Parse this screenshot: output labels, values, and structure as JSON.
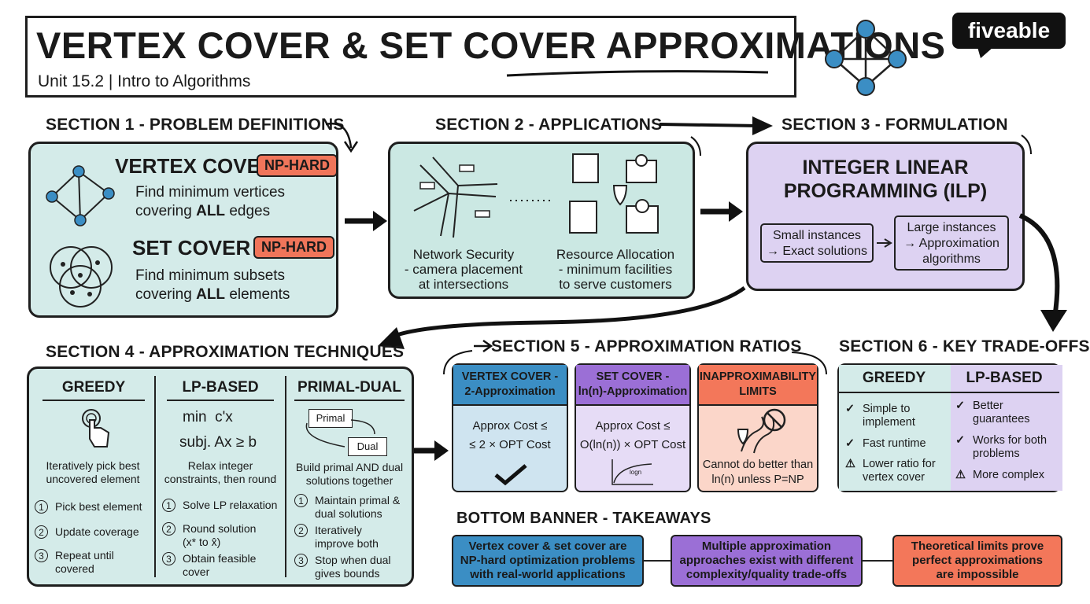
{
  "header": {
    "title_part1": "VERTEX COVER & SET COVER",
    "title_part2": "APPROXIMATIONS",
    "subtitle": "Unit 15.2 | Intro to Algorithms",
    "logo": "fiveable"
  },
  "section1": {
    "heading": "SECTION 1 - PROBLEM DEFINITIONS",
    "vc_title": "VERTEX COVER",
    "vc_badge": "NP-HARD",
    "vc_desc1": "Find minimum vertices",
    "vc_desc2_a": "covering ",
    "vc_desc2_b": "ALL",
    "vc_desc2_c": " edges",
    "sc_title": "SET COVER",
    "sc_badge": "NP-HARD",
    "sc_desc1": "Find minimum subsets",
    "sc_desc2_a": "covering ",
    "sc_desc2_b": "ALL",
    "sc_desc2_c": " elements"
  },
  "section2": {
    "heading": "SECTION 2 - APPLICATIONS",
    "net_title": "Network Security",
    "net_l2": "- camera placement",
    "net_l3": "at intersections",
    "res_title": "Resource Allocation",
    "res_l2": "- minimum facilities",
    "res_l3": "to serve customers"
  },
  "section3": {
    "heading": "SECTION 3 - FORMULATION",
    "title_l1": "INTEGER LINEAR",
    "title_l2": "PROGRAMMING (ILP)",
    "small_l1": "Small instances",
    "small_l2": "→ Exact solutions",
    "large_l1": "Large instances",
    "large_l2": "→ Approximation",
    "large_l3": "algorithms"
  },
  "section4": {
    "heading": "SECTION 4 - APPROXIMATION TECHNIQUES",
    "greedy": {
      "title": "GREEDY",
      "desc1": "Iteratively pick best",
      "desc2": "uncovered element",
      "s1": "Pick best element",
      "s2": "Update coverage",
      "s3a": "Repeat until",
      "s3b": "covered"
    },
    "lp": {
      "title": "LP-BASED",
      "f1": "min  c'x",
      "f2": "subj. Ax ≥ b",
      "desc1": "Relax integer",
      "desc2": "constraints, then round",
      "s1": "Solve LP relaxation",
      "s2a": "Round solution",
      "s2b": "(x* to x̂)",
      "s3a": "Obtain feasible",
      "s3b": "cover"
    },
    "pd": {
      "title": "PRIMAL-DUAL",
      "primal": "Primal",
      "dual": "Dual",
      "desc1": "Build primal AND dual",
      "desc2": "solutions together",
      "s1a": "Maintain primal &",
      "s1b": "dual solutions",
      "s2a": "Iteratively",
      "s2b": "improve both",
      "s3a": "Stop when dual",
      "s3b": "gives bounds"
    },
    "step_nums": [
      "1",
      "2",
      "3"
    ]
  },
  "section5": {
    "heading": "SECTION 5 - APPROXIMATION RATIOS",
    "vc_h1": "VERTEX COVER -",
    "vc_h2": "2-Approximation",
    "vc_b1": "Approx Cost ≤",
    "vc_b2": "≤ 2 × OPT Cost",
    "sc_h1": "SET COVER -",
    "sc_h2": "ln(n)-Approximation",
    "sc_b1": "Approx Cost ≤",
    "sc_b2": "O(ln(n)) × OPT Cost",
    "sc_plot": "logn",
    "in_h1": "INAPPROXIMABILITY",
    "in_h2": "LIMITS",
    "in_b1": "Cannot do better than",
    "in_b2": "ln(n) unless P=NP"
  },
  "section6": {
    "heading": "SECTION 6 - KEY TRADE-OFFS",
    "greedy_title": "GREEDY",
    "lp_title": "LP-BASED",
    "g1a": "Simple to",
    "g1b": "implement",
    "g2": "Fast runtime",
    "g3a": "Lower ratio for",
    "g3b": "vertex cover",
    "l1a": "Better",
    "l1b": "guarantees",
    "l2a": "Works for both",
    "l2b": "problems",
    "l3": "More complex",
    "check": "✓",
    "warn": "⚠"
  },
  "bottom": {
    "heading": "BOTTOM BANNER - TAKEAWAYS",
    "b1_l1": "Vertex cover & set cover are",
    "b1_l2": "NP-hard optimization problems",
    "b1_l3": "with real-world applications",
    "b2_l1": "Multiple approximation",
    "b2_l2": "approaches exist with different",
    "b2_l3": "complexity/quality trade-offs",
    "b3_l1": "Theoretical limits prove",
    "b3_l2": "perfect approximations",
    "b3_l3": "are impossible"
  },
  "colors": {
    "teal_card": "#d4ebe9",
    "lavender": "#ddd2f2",
    "badge_red": "#f0755a",
    "blue": "#3b8ec4",
    "purple": "#9b6fd6",
    "orange": "#f3775a"
  }
}
